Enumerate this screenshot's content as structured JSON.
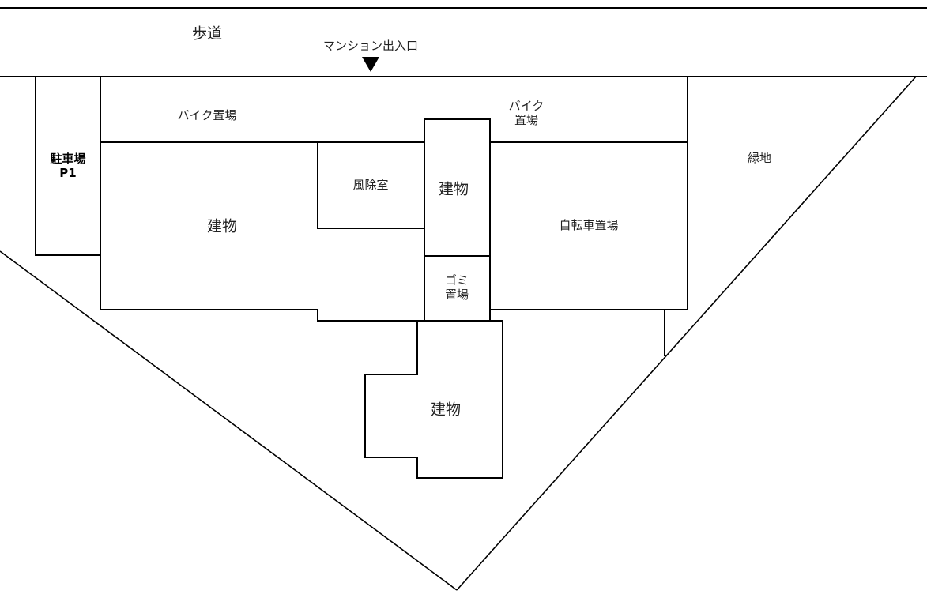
{
  "diagram": {
    "type": "site-plan",
    "labels": {
      "sidewalk": "歩道",
      "entrance": "マンション出入口",
      "bike_parking_left": "バイク置場",
      "bike_parking_right": "バイク\n置場",
      "parking": "駐車場\nP1",
      "building_main": "建物",
      "windbreak_room": "風除室",
      "building_center": "建物",
      "bicycle_parking": "自転車置場",
      "garbage": "ゴミ\n置場",
      "building_south": "建物",
      "green_area": "緑地"
    },
    "entrance_marker": "▼",
    "colors": {
      "line": "#000000",
      "text": "#222222",
      "background": "#ffffff"
    }
  }
}
